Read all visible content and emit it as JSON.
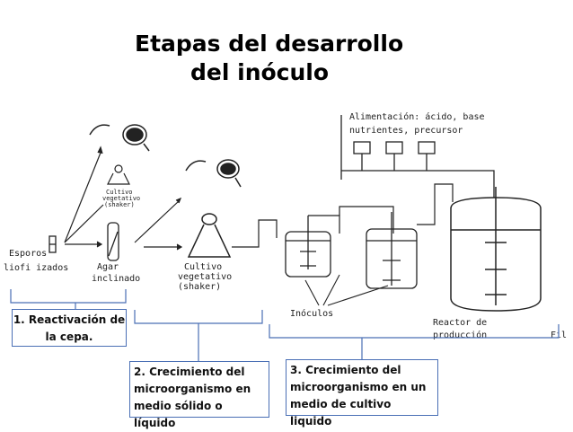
{
  "title": {
    "line1": "Etapas del desarrollo",
    "line2": "del inóculo"
  },
  "diagram": {
    "labels": {
      "esporos": "Esporos",
      "liofilizados": "liofi izados",
      "agar": "Agar",
      "inclinado": "inclinado",
      "cultivo": "Cultivo",
      "vegetativo": "vegetativo",
      "shaker": "(shaker)",
      "small_cultivo": "Cultivo",
      "small_vegetativo": "vegetativo",
      "small_shaker": "(shaker)",
      "alimentacion": "Alimentación: ácido, base",
      "nutrientes": "nutrientes, precursor",
      "inoculos": "Inóculos",
      "reactor": "Reactor de",
      "produccion": "producción",
      "fil": "Fil"
    },
    "colors": {
      "line": "#111111",
      "bracket": "#4a6fb5"
    }
  },
  "stages": [
    {
      "label": "1. Reactivación de la cepa."
    },
    {
      "label": "2. Crecimiento del microorganismo en medio sólido o líquido"
    },
    {
      "label": "3. Crecimiento del microorganismo en un medio de cultivo liquido"
    }
  ]
}
